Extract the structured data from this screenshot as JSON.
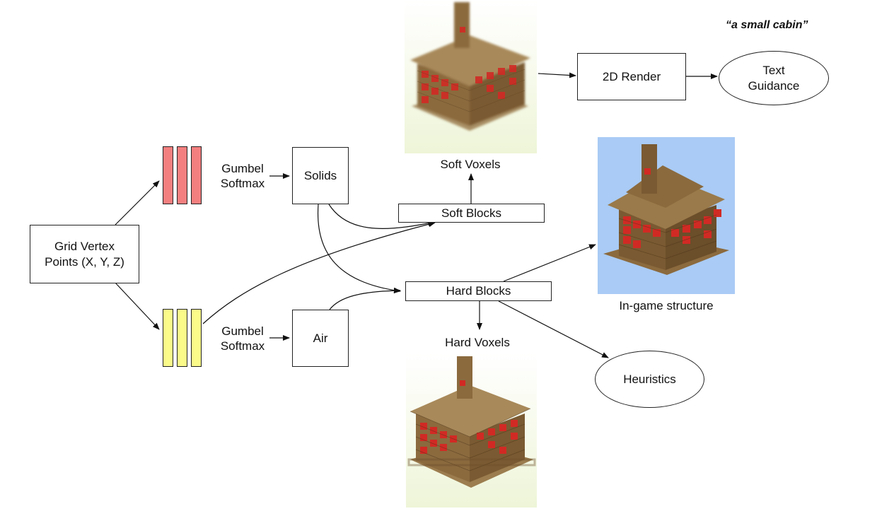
{
  "prompt_text": "“a small cabin”",
  "nodes": {
    "grid_points": "Grid Vertex\nPoints (X, Y, Z)",
    "gumbel_top": "Gumbel\nSoftmax",
    "gumbel_bottom": "Gumbel\nSoftmax",
    "solids": "Solids",
    "air": "Air",
    "soft_blocks": "Soft Blocks",
    "hard_blocks": "Hard Blocks",
    "render_2d": "2D Render",
    "text_guidance": "Text\nGuidance",
    "heuristics": "Heuristics"
  },
  "captions": {
    "soft_voxels": "Soft Voxels",
    "hard_voxels": "Hard Voxels",
    "in_game": "In-game structure"
  },
  "colors": {
    "solid_bars": "#f47f7f",
    "air_bars": "#fbfb8a",
    "wood": "#8b6a3e",
    "brick": "#d12a24",
    "sky": "#a9cbf5",
    "ground": "#eef5d8"
  }
}
